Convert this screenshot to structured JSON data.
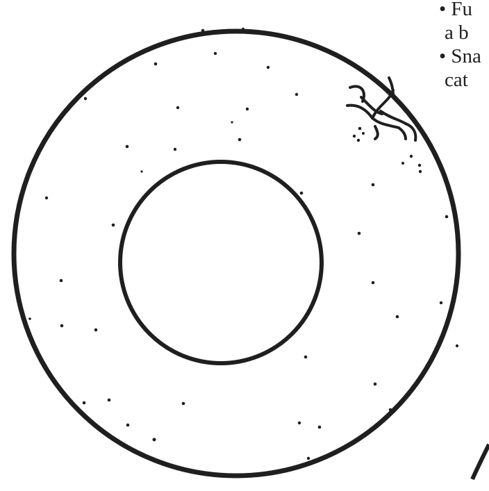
{
  "figure": {
    "text_lines": [
      {
        "bullet": "•",
        "text": "Fu"
      },
      {
        "bullet": "",
        "text": "a b"
      },
      {
        "bullet": "•",
        "text": "Sna"
      },
      {
        "bullet": "",
        "text": "cat"
      }
    ],
    "colors": {
      "ink": "#1f1f1f",
      "paper": "#ffffff"
    },
    "parts": [
      "outer-ring",
      "inner-ring",
      "speckle-dots",
      "crack-mark",
      "hairline-breaks",
      "partial-arc"
    ]
  }
}
